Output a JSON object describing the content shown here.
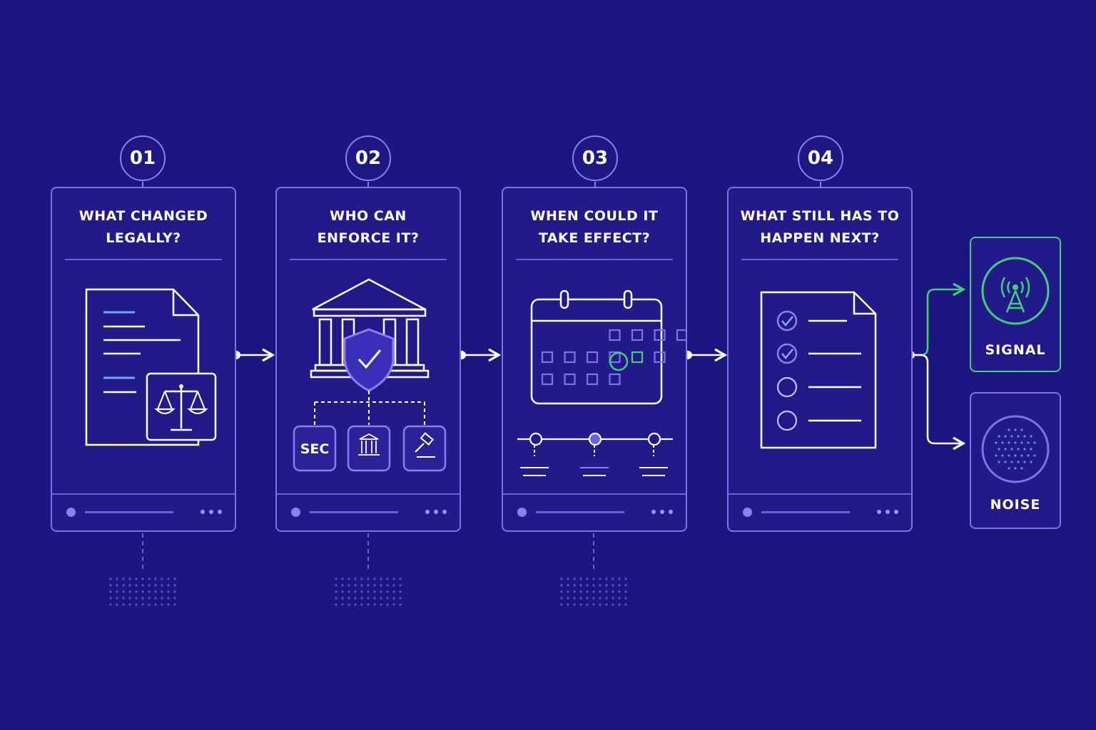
{
  "steps": [
    {
      "number": "01",
      "title_line1": "WHAT CHANGED",
      "title_line2": "LEGALLY?",
      "icon": "document-scales-icon"
    },
    {
      "number": "02",
      "title_line1": "WHO CAN",
      "title_line2": "ENFORCE IT?",
      "icon": "institution-shield-icon"
    },
    {
      "number": "03",
      "title_line1": "WHEN COULD IT",
      "title_line2": "TAKE EFFECT?",
      "icon": "calendar-timeline-icon"
    },
    {
      "number": "04",
      "title_line1": "WHAT STILL HAS TO",
      "title_line2": "HAPPEN NEXT?",
      "icon": "checklist-icon"
    }
  ],
  "enforcers": {
    "sec_label": "SEC"
  },
  "outcomes": {
    "signal": {
      "label": "SIGNAL",
      "icon": "antenna-icon",
      "color": "#3fd07a"
    },
    "noise": {
      "label": "NOISE",
      "icon": "noise-dots-icon",
      "color": "#7d72ee"
    }
  },
  "colors": {
    "background": "#1c1680",
    "accent": "#7d72ee",
    "highlight": "#3fd07a"
  }
}
